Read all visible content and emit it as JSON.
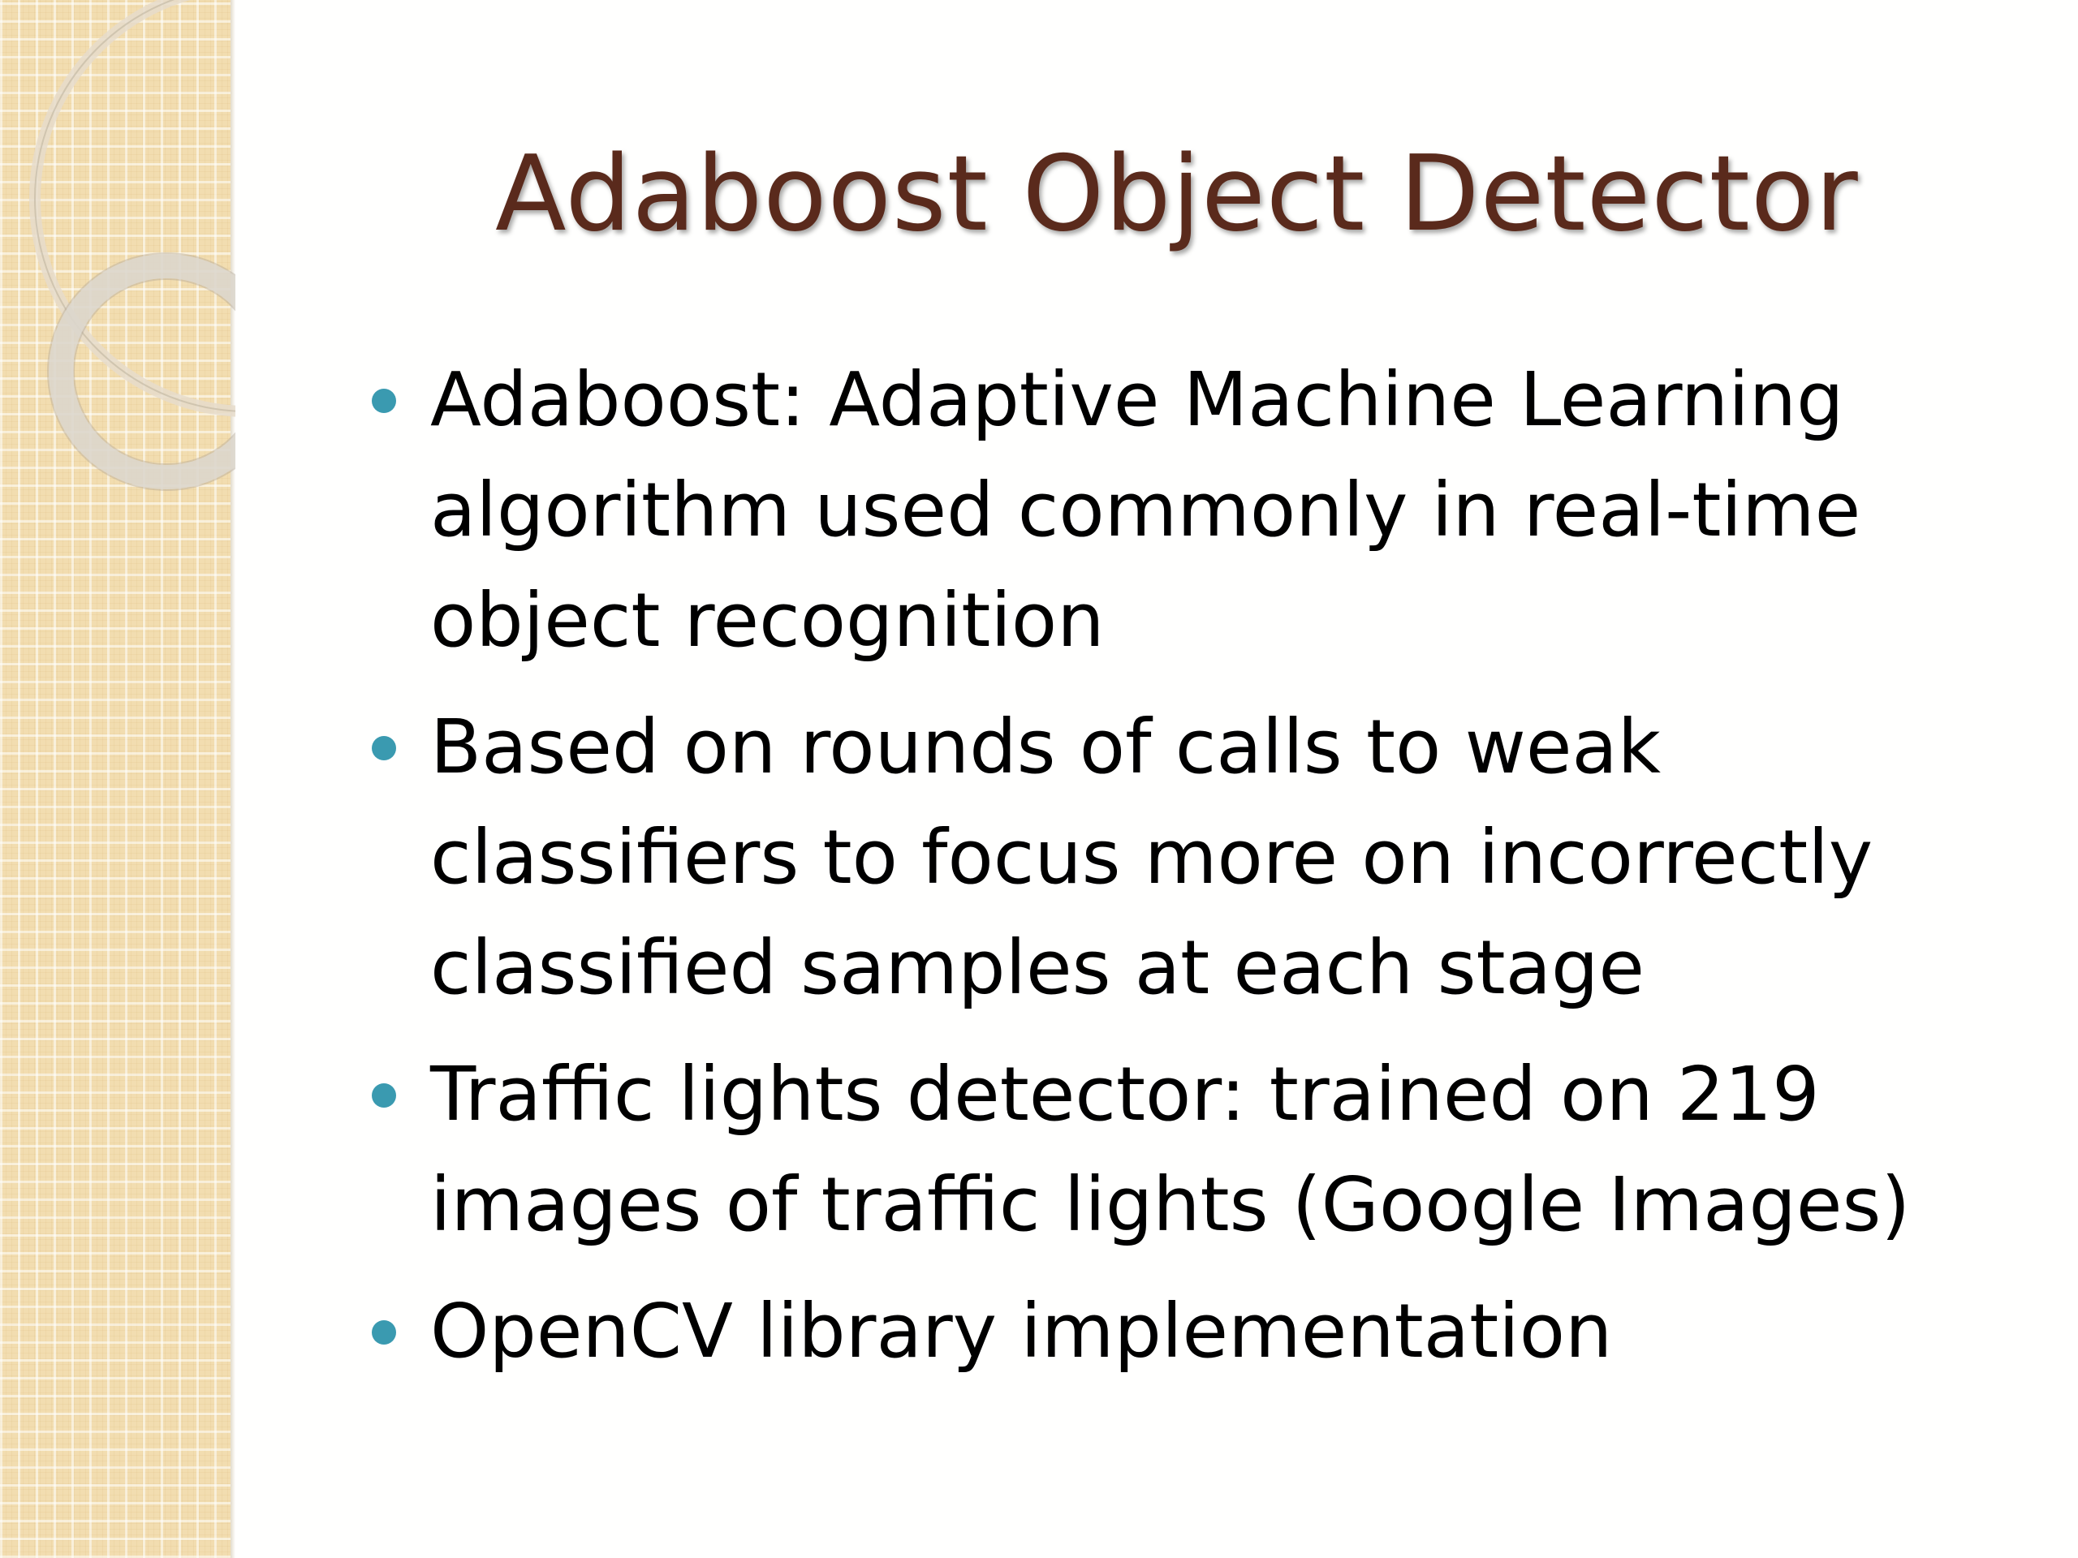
{
  "slide": {
    "title": "Adaboost Object Detector",
    "bullets": [
      {
        "lines": [
          "Adaboost: Adaptive Machine Learning",
          "algorithm used commonly in real-time",
          "object recognition"
        ]
      },
      {
        "lines": [
          "Based on rounds of calls to weak",
          "classifiers to focus more on incorrectly",
          "classified samples at each stage"
        ]
      },
      {
        "lines": [
          "Traffic lights detector: trained on 219",
          "images of traffic lights (Google Images)"
        ]
      },
      {
        "lines": [
          "OpenCV library implementation"
        ]
      }
    ]
  },
  "colors": {
    "title": "#5a2a1c",
    "bullet_marker": "#3a9ab0",
    "side_panel": "#f2ddb0",
    "body_text": "#000000",
    "background": "#fffffe"
  },
  "icons": {
    "bullet_marker": "filled-circle",
    "decoration": "overlapping-rings"
  }
}
